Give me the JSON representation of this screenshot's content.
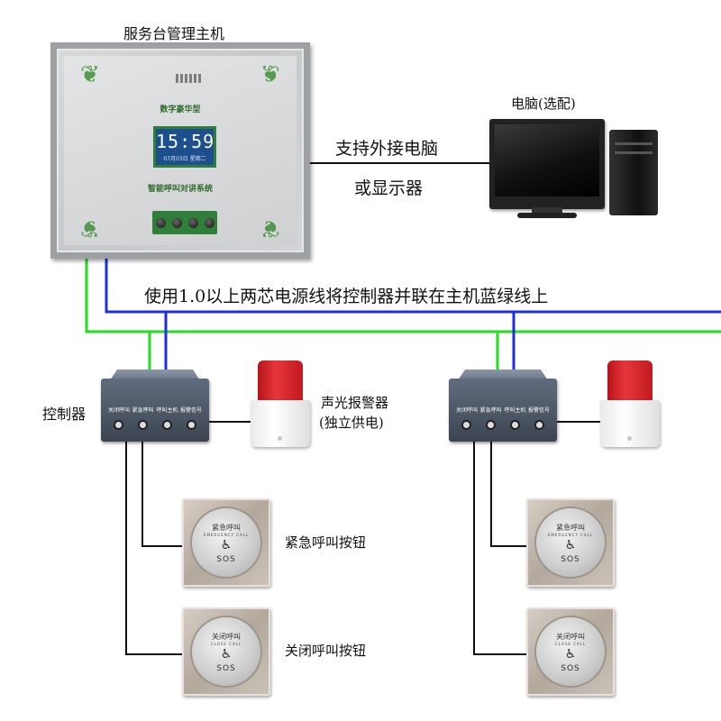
{
  "labels": {
    "host_title": "服务台管理主机",
    "computer": "电脑(选配)",
    "link_line1": "支持外接电脑",
    "link_line2": "或显示器",
    "power_note": "使用1.0以上两芯电源线将控制器并联在主机蓝绿线上",
    "controller": "控制器",
    "alarm_line1": "声光报警器",
    "alarm_line2": "(独立供电)",
    "emergency_button": "紧急呼叫按钮",
    "close_button": "关闭呼叫按钮"
  },
  "host_panel": {
    "model": "数字豪华型",
    "time": "15:59",
    "date": "07月03日 星期二",
    "system_name": "智能呼叫对讲系统"
  },
  "controller_panel": {
    "columns": [
      "关闭呼叫",
      "紧急呼叫",
      "呼叫主机",
      "报警信号"
    ]
  },
  "call_buttons": {
    "emergency": {
      "cn": "紧急呼叫",
      "en": "EMERGENCY CALL",
      "sos": "SOS",
      "icon": "wheelchair-icon"
    },
    "close": {
      "cn": "关闭呼叫",
      "en": "CLOSE CALL",
      "sos": "SOS",
      "icon": "wheelchair-icon"
    }
  },
  "colors": {
    "wire_green": "#22dd22",
    "wire_blue": "#1f2fd8",
    "wire_black": "#111111",
    "panel_green": "#2f7e3a",
    "screen_blue": "#1d4f8e",
    "alarm_red": "#d62a2f"
  }
}
